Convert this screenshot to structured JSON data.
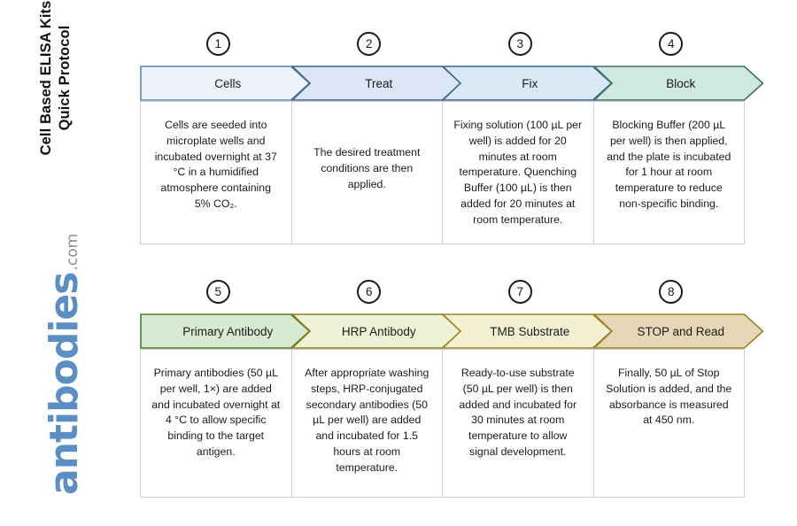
{
  "page": {
    "title_line1": "Cell Based ELISA Kits",
    "title_line2": "Quick Protocol",
    "title": "Cell Based ELISA Kits\nQuick Protocol",
    "logo_word": "antibodies",
    "logo_suffix": ".com",
    "logo_color": "#5b8fc4",
    "logo_suffix_color": "#8d8d8d",
    "background": "#ffffff"
  },
  "rows": [
    {
      "name": "row-1",
      "steps": [
        {
          "number": "1",
          "label": "Cells",
          "fill": "#eef3fa",
          "stroke": "#5a86b0",
          "text": "Cells are seeded into microplate wells and incubated overnight at 37 °C in a humidified atmosphere containing 5% CO₂."
        },
        {
          "number": "2",
          "label": "Treat",
          "fill": "#dde6f7",
          "stroke": "#3a6591",
          "text": "The desired treatment conditions are then applied."
        },
        {
          "number": "3",
          "label": "Fix",
          "fill": "#d9e8f5",
          "stroke": "#3a6591",
          "text": "Fixing solution (100 µL per well) is added for 20 minutes at room temperature. Quenching Buffer (100 µL) is then added for 20 minutes at room temperature."
        },
        {
          "number": "4",
          "label": "Block",
          "fill": "#cfe9e0",
          "stroke": "#3f6e6a",
          "text": "Blocking Buffer (200 µL per well) is then applied, and the plate is incubated for 1 hour at room temperature to reduce non-specific binding."
        }
      ]
    },
    {
      "name": "row-2",
      "steps": [
        {
          "number": "5",
          "label": "Primary Antibody",
          "fill": "#d9ead3",
          "stroke": "#4a7c23",
          "text": "Primary antibodies (50 µL per well, 1×) are added and incubated overnight at 4 °C to allow specific binding to the target antigen."
        },
        {
          "number": "6",
          "label": "HRP Antibody",
          "fill": "#eef2d6",
          "stroke": "#8a7c1e",
          "text": "After appropriate washing steps, HRP-conjugated secondary antibodies (50 µL per well) are added and incubated for 1.5 hours at room temperature."
        },
        {
          "number": "7",
          "label": "TMB Substrate",
          "fill": "#f4f0d4",
          "stroke": "#9a8324",
          "text": "Ready-to-use substrate (50 µL per well) is then added and incubated for 30 minutes at room temperature to allow signal development."
        },
        {
          "number": "8",
          "label": "STOP and Read",
          "fill": "#e6d8b6",
          "stroke": "#9a8324",
          "text": "Finally, 50 µL of Stop Solution is added, and the absorbance is measured at 450 nm."
        }
      ]
    }
  ]
}
